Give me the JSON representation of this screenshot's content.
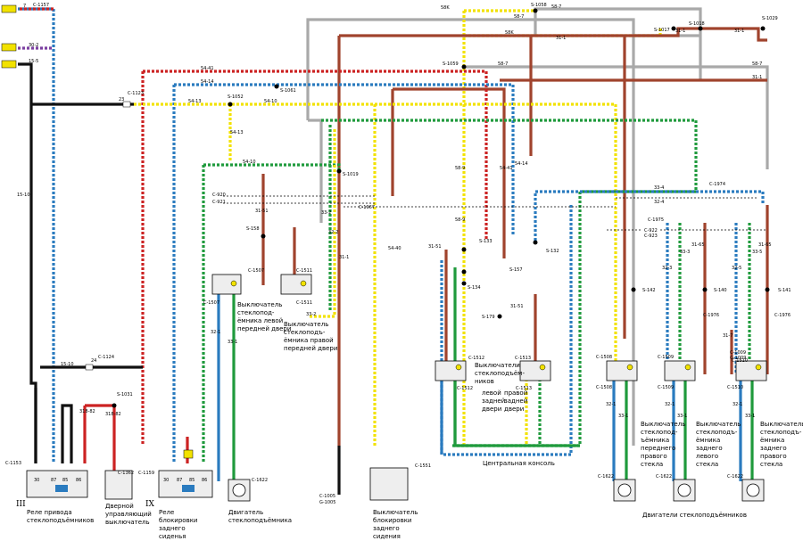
{
  "colors": {
    "brown": "#a0432d",
    "black": "#111111",
    "yellow": "#f2e200",
    "grey": "#a9a9a9",
    "blue": "#2a7bbf",
    "green": "#1f9a3c",
    "red": "#cc2222",
    "violet": "#7b3fa0",
    "fuse_tag": "#f2e200"
  },
  "connectors": {
    "c1157": "C-1157",
    "c1153": "C-1153",
    "c1123": "C-1123",
    "c1124": "C-1124",
    "c1362": "C-1362",
    "c1159": "C-1159",
    "c1622a": "C-1622",
    "c1507": "C-1507",
    "c1507b": "C-1507",
    "c1511": "C-1511",
    "c1511b": "C-1511",
    "c920": "C-920",
    "c921": "C-921",
    "c1967": "C-1967",
    "c1551": "C-1551",
    "c1005": "C-1005",
    "g1005": "G-1005",
    "c1512": "C-1512",
    "c1512b": "C-1512",
    "c1513": "C-1513",
    "c1513b": "C-1513",
    "c1974": "C-1974",
    "c1975": "C-1975",
    "c922": "C-922",
    "c923": "C-923",
    "c1976a": "C-1976",
    "c1976b": "C-1976",
    "c1508": "C-1508",
    "c1508b": "C-1508",
    "c1509": "C-1509",
    "c1509b": "C-1509",
    "c1510": "C-1510",
    "c1510b": "C-1510",
    "c1009": "C-1009",
    "g1009": "G-1009",
    "c1622b": "C-1622",
    "c1622c": "C-1622",
    "c1622d": "C-1622"
  },
  "splices": {
    "s1058": "S-1058",
    "s1017": "S-1017",
    "s1018": "S-1018",
    "s1029": "S-1029",
    "s1059": "S-1059",
    "s1061": "S-1061",
    "s1052": "S-1052",
    "s1019": "S-1019",
    "s158": "S-158",
    "s133": "S-133",
    "s132": "S-132",
    "s157": "S-157",
    "s134": "S-134",
    "s179": "S-179",
    "s1031": "S-1031",
    "s142": "S-142",
    "s140": "S-140",
    "s141": "S-141"
  },
  "wires": {
    "w7": "7",
    "w30_2": "30-2",
    "w15_5": "15-5",
    "w58k_a": "58K",
    "w58k_b": "58K",
    "w58_7a": "58-7",
    "w58_7b": "58-7",
    "w58_7c": "58-7",
    "w58_7d": "58-7",
    "w31_1a": "31-1",
    "w31_1b": "31-1",
    "w31_1c": "31-1",
    "w31_1d": "31-1",
    "w54_41a": "54-41",
    "w54_14a": "54-14",
    "w54_13a": "54-13",
    "w54_13b": "54-13",
    "w54_10a": "54-10",
    "w54_10b": "54-10",
    "w23": "23",
    "w15_10a": "15-10",
    "w15_10b": "15-10",
    "w24": "24",
    "w31_51a": "31-51",
    "w31_51b": "31-51",
    "w31_51c": "31-51",
    "w58_9a": "58-9",
    "w58_9b": "58-9",
    "w54_40": "54-40",
    "w54_41b": "54-41",
    "w54_14b": "54-14",
    "w33_2a": "33-2",
    "w33_2b": "33-2",
    "w32_2": "32-2",
    "w32_1a": "32-1",
    "w33_1a": "33-1",
    "w31_1e": "31-1",
    "w31_8_82a": "318-82",
    "w31_8_82b": "318-82",
    "w33_4": "33-4",
    "w32_4": "32-4",
    "w33_3": "33-3",
    "w32_3": "32-3",
    "w33_5": "33-5",
    "w32_5": "32-5",
    "w31_65a": "31-65",
    "w31_65b": "31-65",
    "w31_7": "31-7",
    "w32_1b": "32-1",
    "w33_1b": "33-1",
    "w32_1c": "32-1",
    "w33_1c": "33-1",
    "w32_1d": "32-1",
    "w33_1d": "33-1"
  },
  "pins": {
    "p30": "30",
    "p87": "87",
    "p85": "85",
    "p86": "86",
    "q30": "30",
    "q87": "87",
    "q85": "85",
    "q86": "86"
  },
  "roman": {
    "r3": "III",
    "r9": "IX"
  },
  "captions": {
    "relay_main_1": "Реле привода",
    "relay_main_2": "стеклоподъёмников",
    "door_switch_1": "Дверной",
    "door_switch_2": "управляющий",
    "door_switch_3": "выключатель",
    "relay_lock_1": "Реле",
    "relay_lock_2": "блокировки",
    "relay_lock_3": "заднего",
    "relay_lock_4": "сиденья",
    "motor_1": "Двигатель",
    "motor_2": "стеклоподъёмника",
    "lf_switch_1": "Выключатель",
    "lf_switch_2": "стеклопод-",
    "lf_switch_3": "ёмника левой",
    "lf_switch_4": "передней двери",
    "rf_switch_1": "Выключатель",
    "rf_switch_2": "стеклоподъ-",
    "rf_switch_3": "ёмника правой",
    "rf_switch_4": "передней двери",
    "rear_lock_1": "Выключатель",
    "rear_lock_2": "блокировки",
    "rear_lock_3": "заднего",
    "rear_lock_4": "сидения",
    "rear_sw_1": "Выключатели",
    "rear_sw_2": "стеклоподъём-",
    "rear_sw_3": "ников",
    "left_rear_1": "левой",
    "left_rear_2": "задней",
    "left_rear_3": "двери",
    "right_rear_1": "правой",
    "right_rear_2": "задней",
    "right_rear_3": "двери",
    "console": "Центральная консоль",
    "rf_motor_1": "Выключатель",
    "rf_motor_2": "стеклопод-",
    "rf_motor_3": "ъёмника",
    "rf_motor_4": "переднего",
    "rf_motor_5": "правого",
    "rf_motor_6": "стекла",
    "lr_motor_1": "Выключатель",
    "lr_motor_2": "стеклоподъ-",
    "lr_motor_3": "ёмника",
    "lr_motor_4": "заднего",
    "lr_motor_5": "левого",
    "lr_motor_6": "стекла",
    "rr_motor_1": "Выключатель",
    "rr_motor_2": "стеклоподъ-",
    "rr_motor_3": "ёмника",
    "rr_motor_4": "заднего",
    "rr_motor_5": "правого",
    "rr_motor_6": "стекла",
    "motors_bottom": "Двигатели стеклоподъёмников"
  }
}
